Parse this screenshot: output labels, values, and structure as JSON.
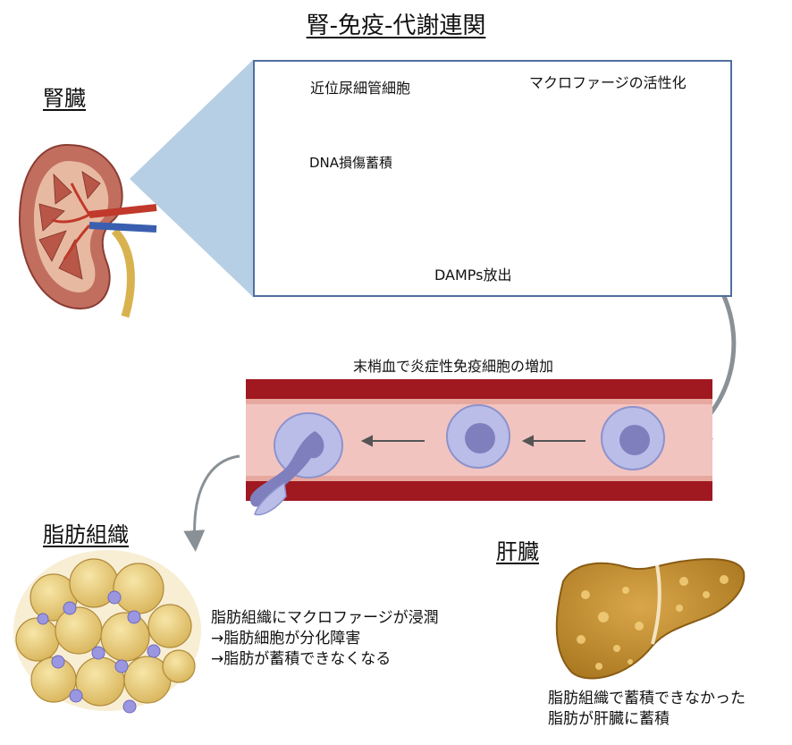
{
  "title": "腎-免疫-代謝連関",
  "labels": {
    "kidney": "腎臓",
    "adipose": "脂肪組織",
    "liver": "肝臓",
    "proximal_tubule": "近位尿細管細胞",
    "macrophage_activation": "マクロファージの活性化",
    "dna_damage": "DNA損傷蓄積",
    "damps": "DAMPs放出",
    "blood_increase": "末梢血で炎症性免疫細胞の増加"
  },
  "adipose_text": [
    "脂肪組織にマクロファージが浸潤",
    "→脂肪細胞が分化障害",
    "→脂肪が蓄積できなくなる"
  ],
  "liver_text": [
    "脂肪組織で蓄積できなかった",
    "脂肪が肝臓に蓄積"
  ],
  "colors": {
    "panel_border": "#4f6f9f",
    "zoom_wedge": "#b7cfe4",
    "vessel_wall": "#a01820",
    "vessel_lumen": "#f2c4c0",
    "macrophage": "#b9bde8",
    "macrophage_glow": "#b48cf0",
    "arrow_gray": "#8a9196"
  }
}
